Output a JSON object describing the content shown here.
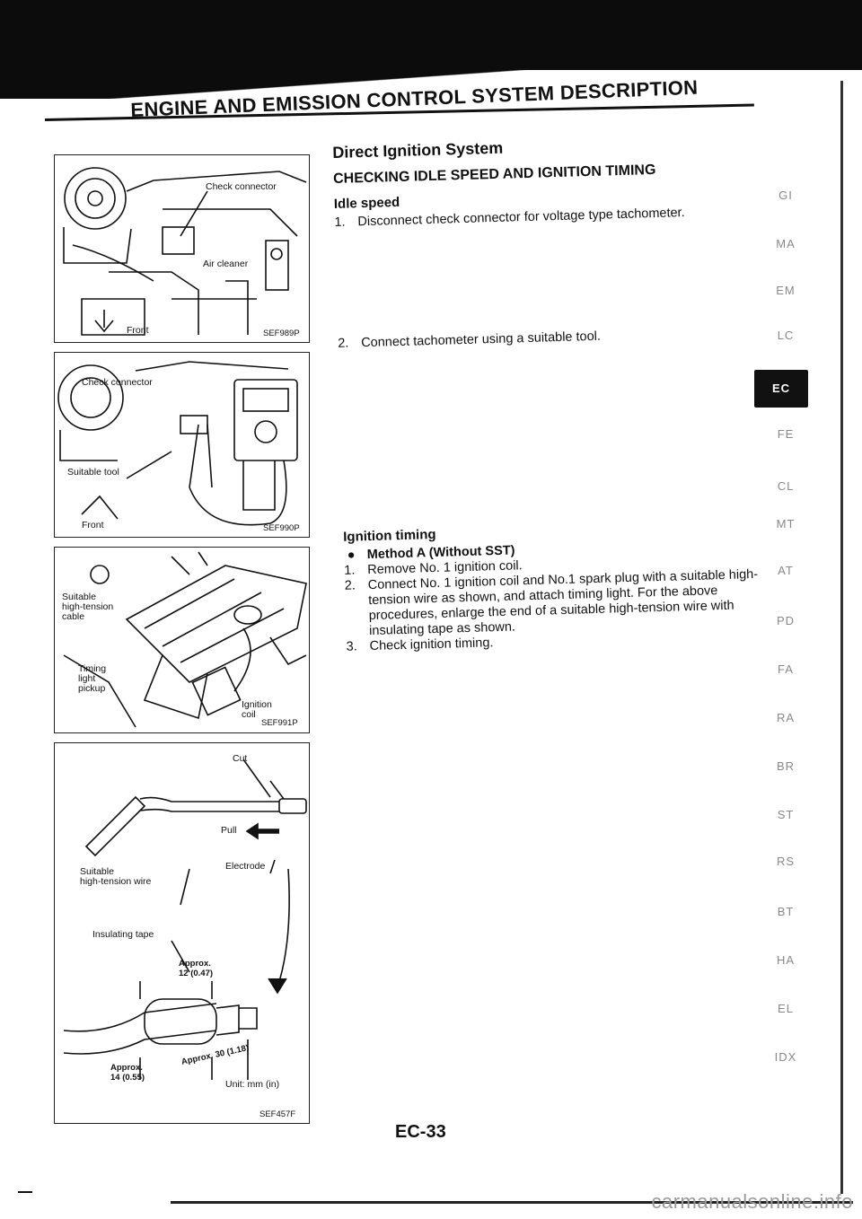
{
  "header": {
    "title": "ENGINE AND EMISSION CONTROL SYSTEM DESCRIPTION"
  },
  "figures": [
    {
      "labels": {
        "check_connector": "Check connector",
        "air_cleaner": "Air cleaner",
        "front": "Front"
      },
      "code": "SEF989P"
    },
    {
      "labels": {
        "check_connector": "Check connector",
        "suitable_tool": "Suitable tool",
        "front": "Front"
      },
      "code": "SEF990P"
    },
    {
      "labels": {
        "hv_cable": "Suitable\nhigh-tension\ncable",
        "timing_light": "Timing\nlight\npickup",
        "ignition_coil": "Ignition\ncoil"
      },
      "code": "SEF991P"
    },
    {
      "labels": {
        "cut": "Cut",
        "pull": "Pull",
        "electrode": "Electrode",
        "wire": "Suitable\nhigh-tension wire",
        "tape": "Insulating tape",
        "approx12": "Approx.\n12 (0.47)",
        "approx14": "Approx.\n14 (0.55)",
        "approx30": "Approx. 30 (1.18)",
        "unit": "Unit: mm (in)"
      },
      "code": "SEF457F"
    }
  ],
  "content": {
    "section_title": "Direct Ignition System",
    "subsection_title": "CHECKING IDLE SPEED AND IGNITION TIMING",
    "idle_speed": {
      "heading": "Idle speed",
      "step1_num": "1.",
      "step1": "Disconnect check connector for voltage type tachometer.",
      "step2_num": "2.",
      "step2": "Connect tachometer using a suitable tool."
    },
    "ignition_timing": {
      "heading": "Ignition timing",
      "method": "Method A (Without SST)",
      "steps": [
        {
          "num": "1.",
          "text": "Remove No. 1 ignition coil."
        },
        {
          "num": "2.",
          "text": "Connect No. 1 ignition coil and No.1 spark plug with a suitable high-tension wire as shown, and attach timing light. For the above procedures, enlarge the end of a suitable high-tension wire with insulating tape as shown."
        },
        {
          "num": "3.",
          "text": "Check ignition timing."
        }
      ]
    }
  },
  "side_tabs": [
    "GI",
    "MA",
    "EM",
    "LC",
    "EC",
    "FE",
    "CL",
    "MT",
    "AT",
    "PD",
    "FA",
    "RA",
    "BR",
    "ST",
    "RS",
    "BT",
    "HA",
    "EL",
    "IDX"
  ],
  "active_tab": "EC",
  "page_number": "EC-33",
  "watermark": "carmanualsonline.info"
}
